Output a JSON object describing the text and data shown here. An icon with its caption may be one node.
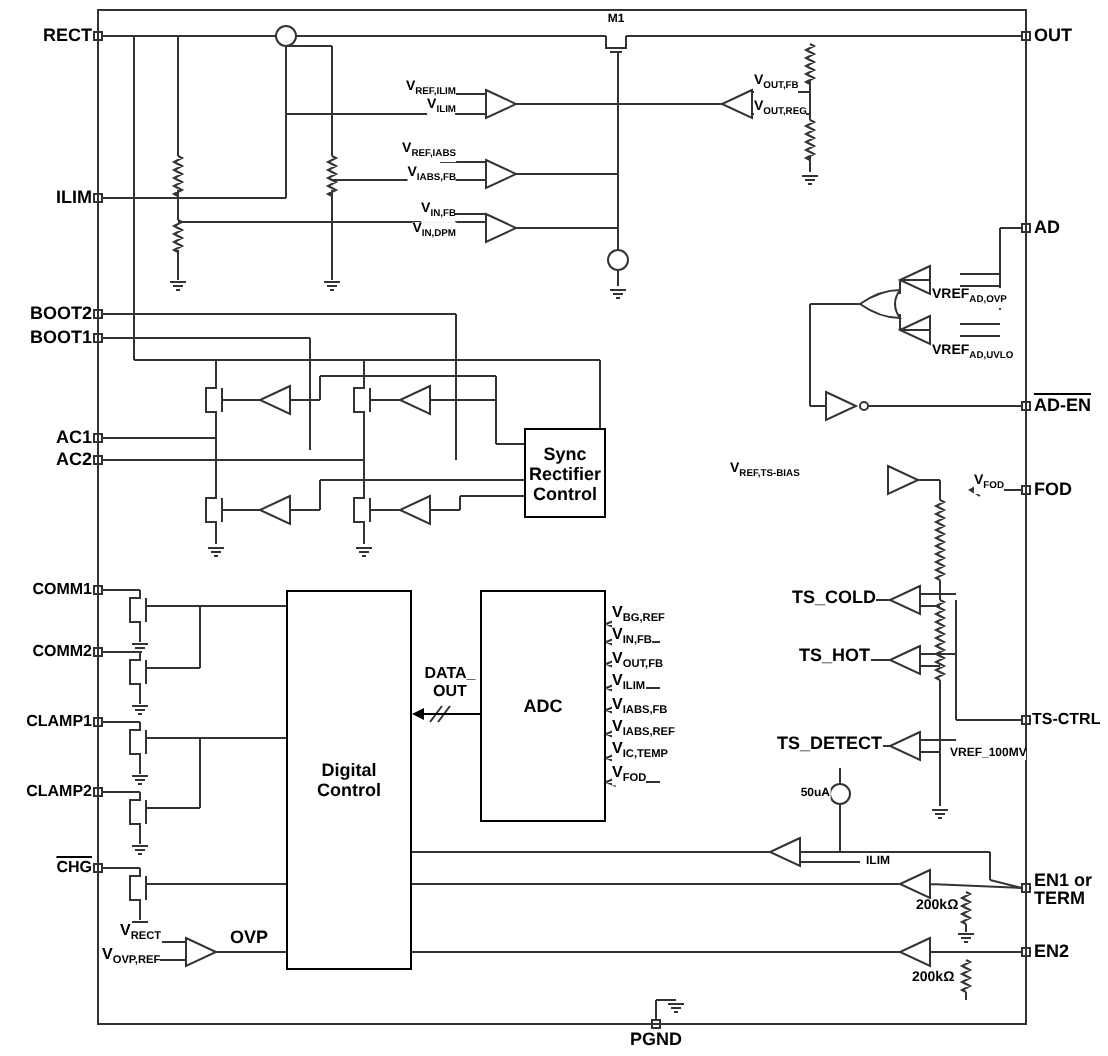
{
  "diagram": {
    "nodes": [
      {
        "text": [
          "Sync Rectifier Control"
        ]
      },
      {
        "text": [
          "Digital Control"
        ]
      },
      {
        "text": [
          "ADC"
        ],
        "beside": [
          "V$_{BG,REF}$",
          "V$_{IN,FB}$",
          "V$_{OUT,FB}$",
          "V$_{ILIM}$",
          "V$_{IABS,FB}$",
          "V$_{IABS,REF}$",
          "V$_{IC,TEMP}$",
          "V$_{FOD}$"
        ]
      }
    ],
    "edges": [
      {
        "from": 2,
        "to": 1,
        "arrow": "to",
        "label": "DATA_ OUT"
      }
    ],
    "labels": [
      "RECT",
      "ILIM",
      "BOOT2",
      "BOOT1",
      "AC1",
      "AC2",
      "COMM1",
      "COMM2",
      "CLAMP1",
      "CLAMP2",
      "CHG",
      "OUT",
      "AD",
      "AD-EN",
      "FOD",
      "TS-CTRL",
      "EN1 or TERM",
      "EN2",
      "PGND",
      "M1",
      "V$_{REF,ILIM}$",
      "V$_{ILIM}$",
      "V$_{REF,IABS}$",
      "V$_{IABS,FB}$",
      "V$_{IN,FB}$",
      "V$_{IN,DPM}$",
      "V$_{OUT,FB}$",
      "V$_{OUT,REG}$",
      "VREF$_{AD,OVP}$",
      "VREF$_{AD,UVLO}$",
      "V$_{REF,TS-BIAS}$",
      "V$_{FOD}$",
      "TS_COLD",
      "TS_HOT",
      "TS_DETECT",
      "VREF_100MV",
      "50uA",
      "ILIM",
      "200kΩ",
      "200kΩ",
      "V$_{RECT}$",
      "V$_{OVP,REF}$",
      "OVP"
    ]
  }
}
